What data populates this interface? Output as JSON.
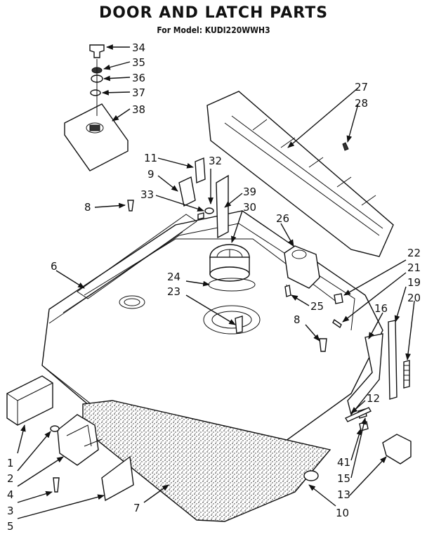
{
  "header": {
    "title": "DOOR AND LATCH PARTS",
    "model_line": "For Model: KUDI220WWH3"
  },
  "callouts": [
    "1",
    "2",
    "3",
    "4",
    "5",
    "6",
    "7",
    "8",
    "8",
    "9",
    "10",
    "11",
    "12",
    "13",
    "15",
    "16",
    "19",
    "20",
    "21",
    "22",
    "23",
    "24",
    "25",
    "26",
    "27",
    "28",
    "30",
    "32",
    "33",
    "34",
    "35",
    "36",
    "37",
    "38",
    "39",
    "41"
  ]
}
